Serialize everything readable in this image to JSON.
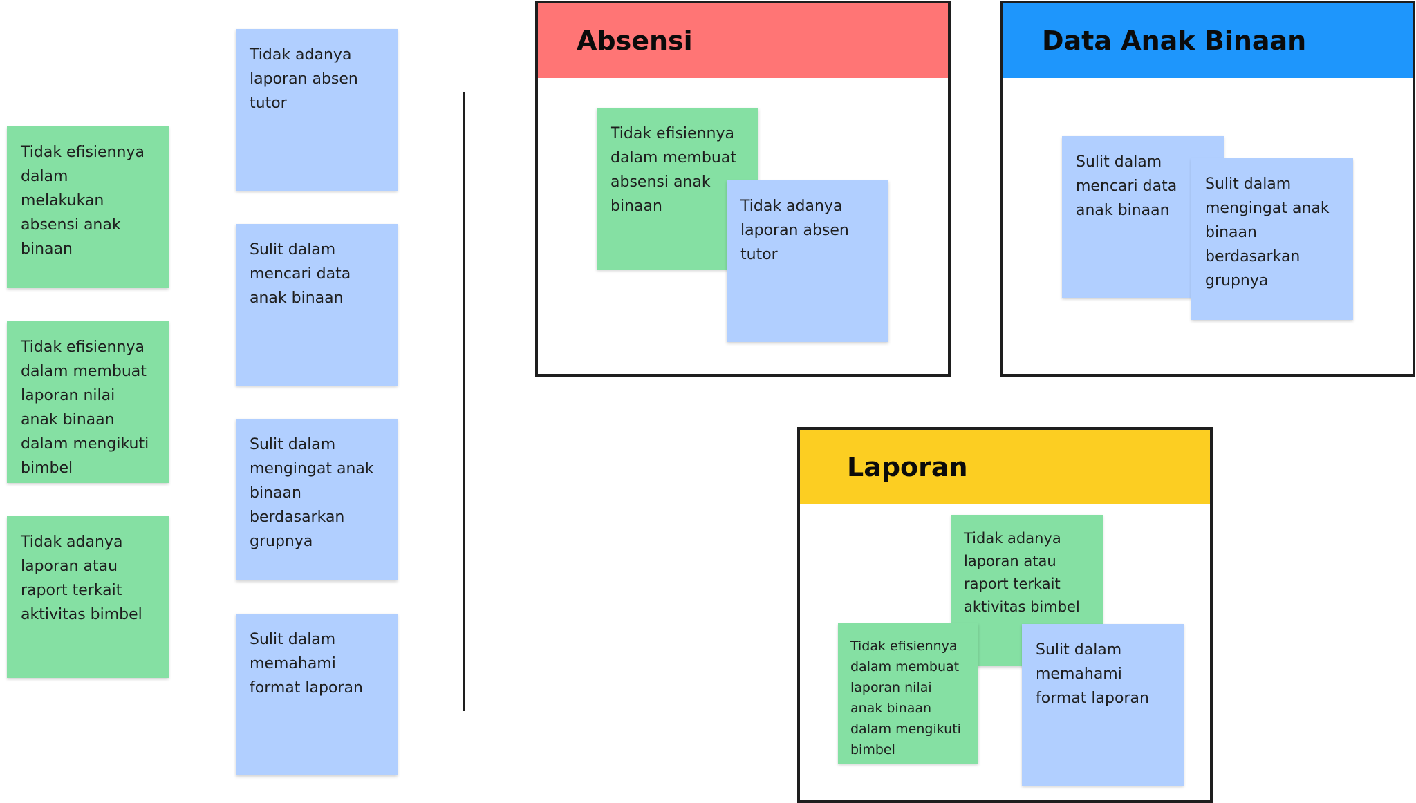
{
  "colors": {
    "green_note": "#85e0a3",
    "blue_note": "#b1cfff",
    "absensi_header": "#ff7575",
    "data_anak_binaan_header": "#1e96fc",
    "laporan_header": "#fcce22"
  },
  "left_notes": {
    "green": [
      "Tidak efisiennya dalam melakukan absensi anak binaan",
      "Tidak efisiennya dalam membuat laporan nilai anak binaan dalam mengikuti bimbel",
      "Tidak adanya laporan atau raport terkait aktivitas bimbel"
    ],
    "blue": [
      "Tidak adanya laporan absen tutor",
      "Sulit dalam mencari data anak binaan",
      "Sulit dalam mengingat anak binaan berdasarkan grupnya",
      "Sulit dalam memahami format laporan"
    ]
  },
  "sections": {
    "absensi": {
      "title": "Absensi",
      "notes": [
        "Tidak efisiennya dalam membuat absensi anak binaan",
        "Tidak adanya laporan absen tutor"
      ]
    },
    "data_anak_binaan": {
      "title": "Data Anak Binaan",
      "notes": [
        "Sulit dalam mencari data anak binaan",
        "Sulit dalam mengingat anak binaan berdasarkan grupnya"
      ]
    },
    "laporan": {
      "title": "Laporan",
      "notes": [
        "Tidak adanya laporan atau raport terkait aktivitas bimbel",
        "Tidak efisiennya dalam membuat laporan nilai anak binaan dalam mengikuti bimbel",
        "Sulit dalam memahami format laporan"
      ]
    }
  }
}
